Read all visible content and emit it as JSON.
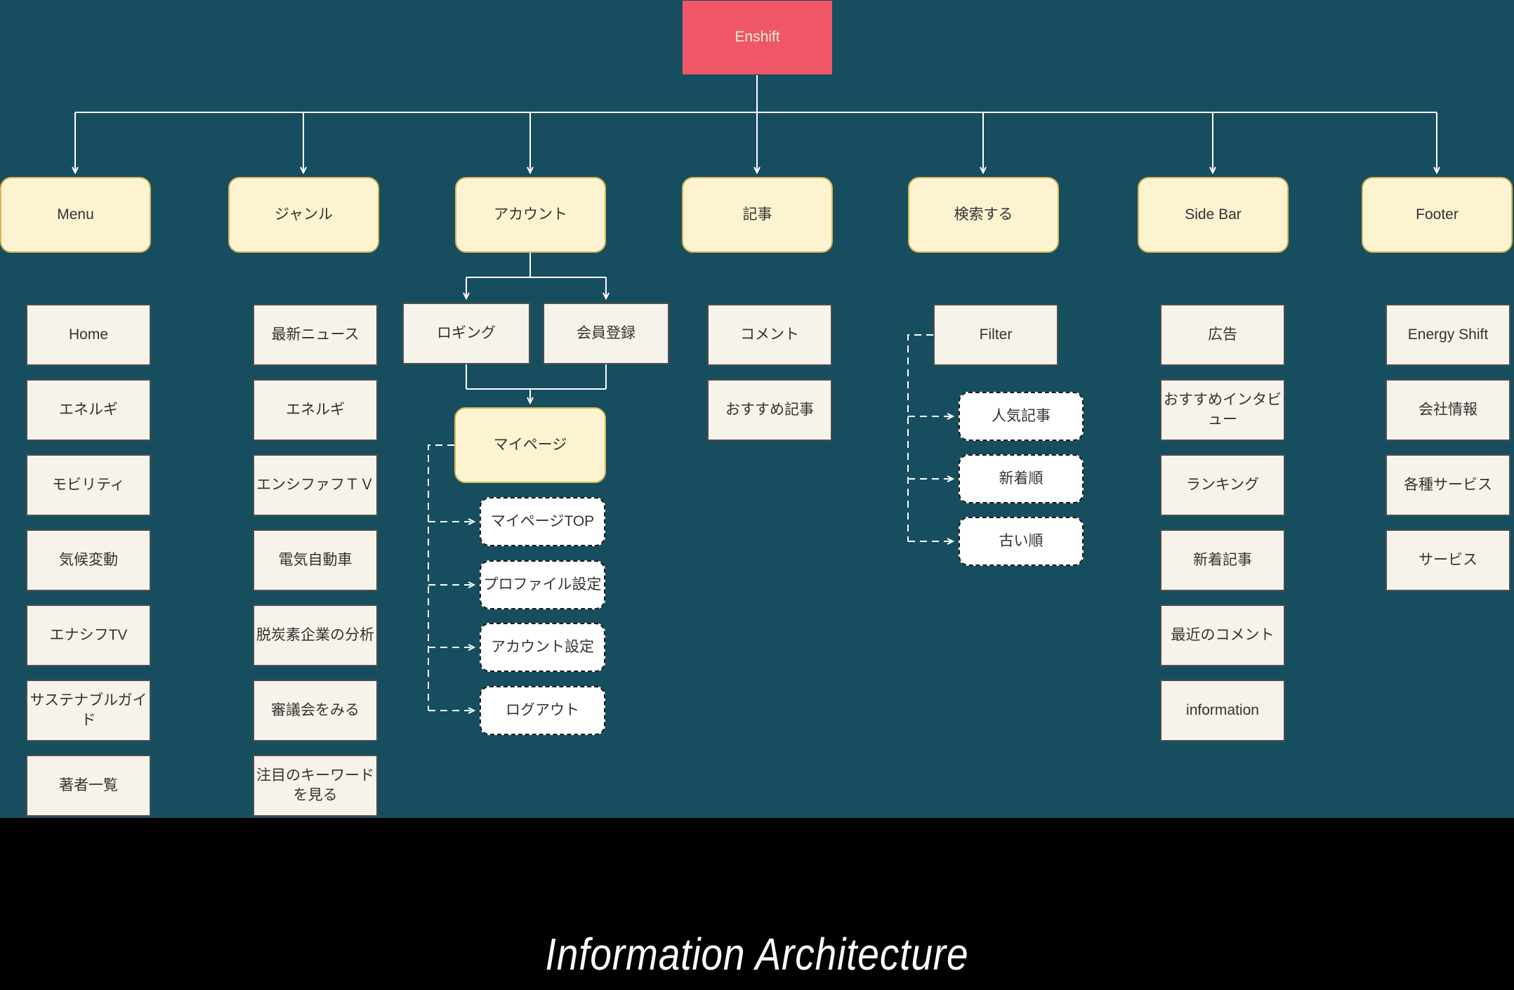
{
  "diagram": {
    "title": "Information Architecture",
    "root": {
      "label": "Enshift"
    },
    "headers": [
      "Menu",
      "ジャンル",
      "アカウント",
      "記事",
      "検索する",
      "Side Bar",
      "Footer"
    ],
    "menu_items": [
      "Home",
      "エネルギ",
      "モビリティ",
      "気候変動",
      "エナシフTV",
      "サステナブルガイド",
      "著者一覧"
    ],
    "genre_items": [
      "最新ニュース",
      "エネルギ",
      "エンシファフＴＶ",
      "電気自動車",
      "脱炭素企業の分析",
      "審議会をみる",
      "注目のキーワードを見る"
    ],
    "account": {
      "login": "ロギング",
      "register": "会員登録",
      "mypage": "マイページ",
      "mypage_children": [
        "マイページTOP",
        "プロファイル設定",
        "アカウント設定",
        "ログアウト"
      ]
    },
    "article_items": [
      "コメント",
      "おすすめ記事"
    ],
    "search": {
      "filter": "Filter",
      "filter_children": [
        "人気記事",
        "新着順",
        "古い順"
      ]
    },
    "sidebar_items": [
      "広告",
      "おすすめインタビュー",
      "ランキング",
      "新着記事",
      "最近のコメント",
      "information"
    ],
    "footer_items": [
      "Energy Shift",
      "会社情報",
      "各種サービス",
      "サービス"
    ],
    "colors": {
      "background": "#174e5f",
      "root_fill": "#ef5768",
      "root_text": "#f6eed9",
      "header_fill": "#fdf3d0",
      "header_border": "#d6b656",
      "node_fill": "#f6f3ea",
      "node_border": "#4d4d4d",
      "dashed_node_border": "#1a1a1a",
      "connector": "#ffffff",
      "bottom_band": "#000000",
      "title_text": "#ffffff"
    }
  }
}
